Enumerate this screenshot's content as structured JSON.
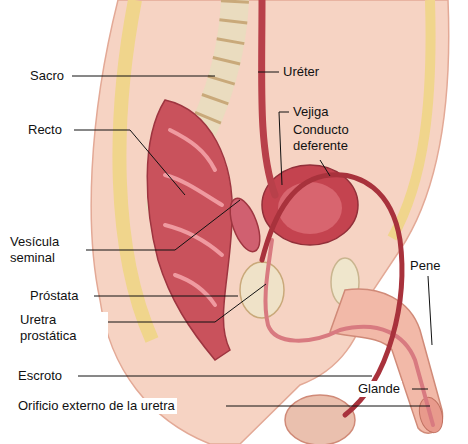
{
  "diagram": {
    "labels": [
      "Sacro",
      "Uréter",
      "Vejiga",
      "Recto",
      "Conducto deferente",
      "Vesícula seminal",
      "Pene",
      "Próstata",
      "Uretra prostática",
      "Escroto",
      "Glande",
      "Orificio externo de la uretra"
    ]
  }
}
